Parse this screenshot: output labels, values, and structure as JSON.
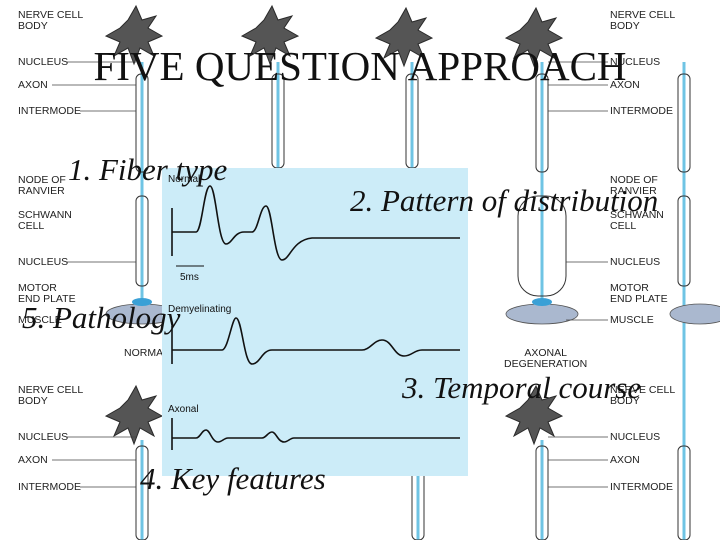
{
  "slide": {
    "title": "FIVE QUESTION APPROACH",
    "questions": {
      "q1": "1. Fiber type",
      "q2": "2. Pattern of distribution",
      "q3": "3. Temporal course",
      "q4": "4. Key features",
      "q5": "5. Pathology"
    }
  },
  "figure": {
    "neuron_labels": {
      "nerve_cell_body": "NERVE CELL\nBODY",
      "nucleus": "NUCLEUS",
      "axon": "AXON",
      "intermode": "INTERMODE",
      "node_of_ranvier": "NODE OF\nRANVIER",
      "schwann_cell": "SCHWANN\nCELL",
      "motor_end_plate": "MOTOR\nEND PLATE",
      "muscle": "MUSCLE",
      "normal": "NORMAL",
      "axonal_degeneration": "AXONAL\nDEGENERATION"
    },
    "panel": {
      "normal": "Normal",
      "demyelinating": "Demyelinating",
      "axonal": "Axonal",
      "scale": "5ms"
    }
  }
}
